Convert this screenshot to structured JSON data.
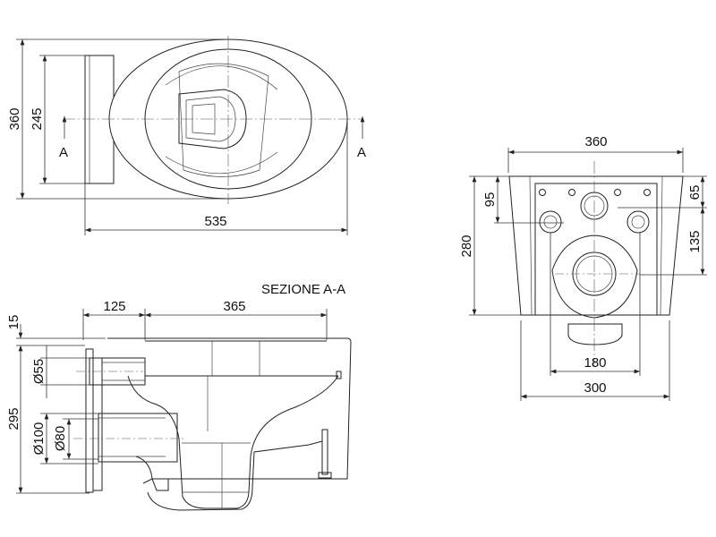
{
  "top_view": {
    "dim_overall_width": "360",
    "dim_rear_width": "245",
    "dim_length": "535",
    "section_mark_left": "A",
    "section_mark_right": "A"
  },
  "section_view": {
    "title": "SEZIONE A-A",
    "dim_rear_offset": "125",
    "dim_bowl_length": "365",
    "dim_top_thickness": "15",
    "dim_height": "295",
    "dim_inlet_diameter": "Ø55",
    "dim_outlet_outer_diameter": "Ø100",
    "dim_outlet_inner_diameter": "Ø80"
  },
  "rear_view": {
    "dim_top_width": "360",
    "dim_height": "280",
    "dim_inlet_height": "95",
    "dim_bolt_height": "65",
    "dim_outlet_height": "135",
    "dim_bolt_spacing": "180",
    "dim_bottom_width": "300"
  }
}
